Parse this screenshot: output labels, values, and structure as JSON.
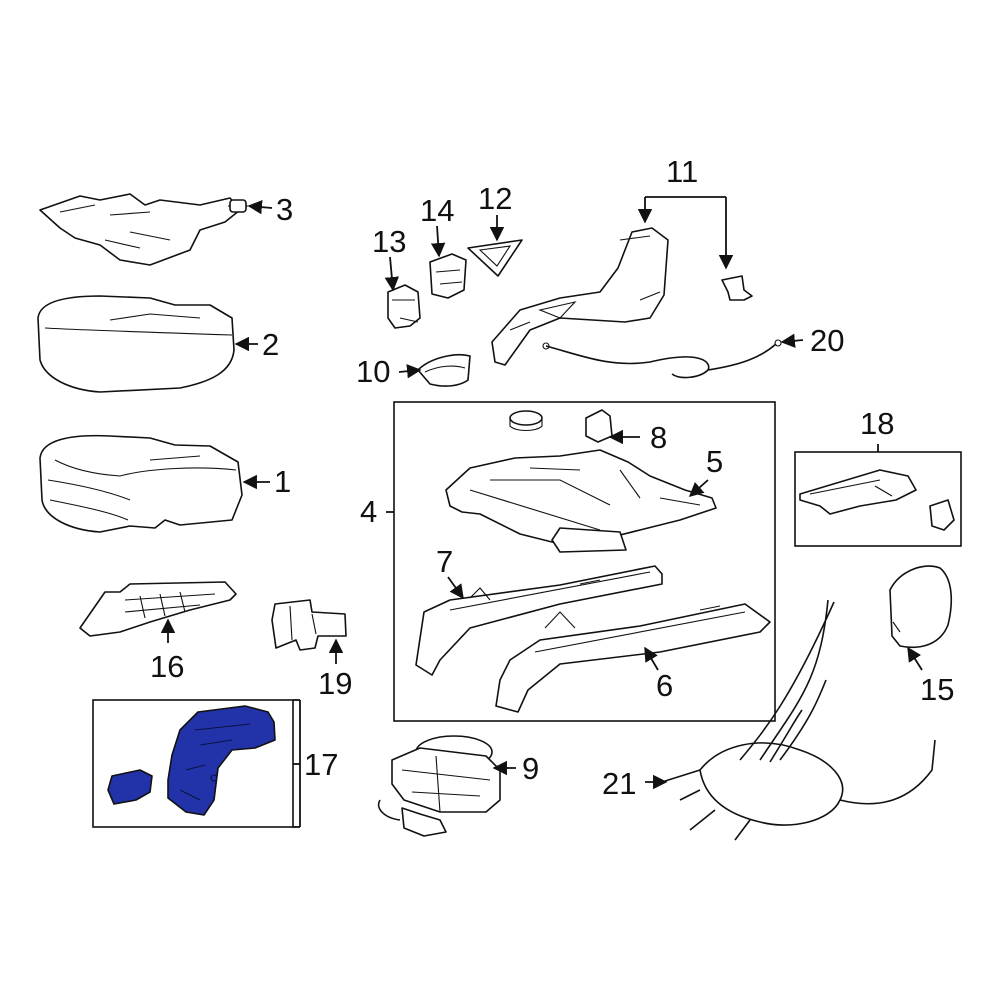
{
  "diagram": {
    "highlight_color": "#2233aa",
    "callouts": {
      "c1": "1",
      "c2": "2",
      "c3": "3",
      "c4": "4",
      "c5": "5",
      "c6": "6",
      "c7": "7",
      "c8": "8",
      "c9": "9",
      "c10": "10",
      "c11": "11",
      "c12": "12",
      "c13": "13",
      "c14": "14",
      "c15": "15",
      "c16": "16",
      "c17": "17",
      "c18": "18",
      "c19": "19",
      "c20": "20",
      "c21": "21"
    },
    "highlighted_part": "17"
  }
}
